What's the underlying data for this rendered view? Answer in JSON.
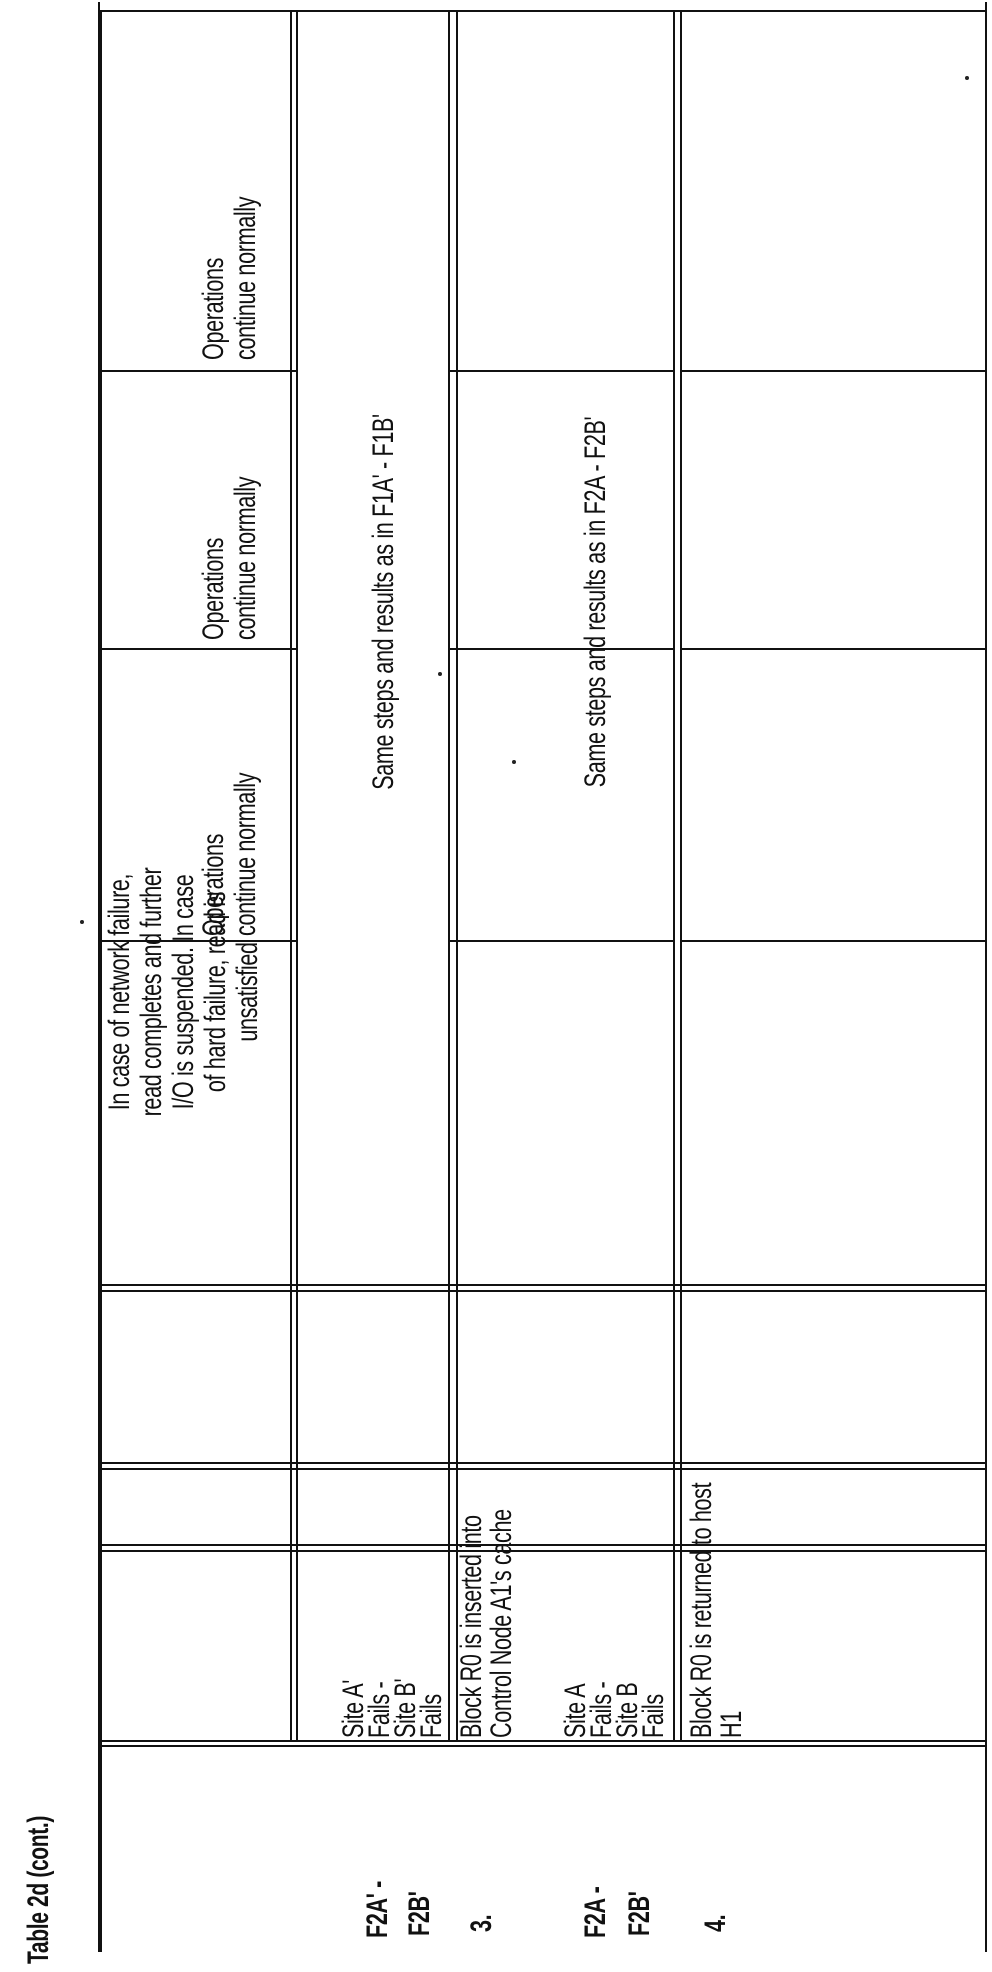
{
  "caption": "Table 2d (cont.)",
  "rows": [
    {
      "code": "F2A' - F2B'",
      "code_line1": "F2A' -",
      "code_line2": "F2B'",
      "description_lines": [
        "Site A'",
        "Fails -",
        "Site B'",
        "Fails"
      ],
      "step_lines": [
        "In case of network failure,",
        "read completes and further",
        "I/O is suspended.  In case",
        "of hard failure, read is",
        "unsatisfied"
      ],
      "results": [
        "Operations continue normally",
        "Operations continue normally",
        "Operations continue normally"
      ],
      "result_lines": [
        "Operations",
        "continue normally"
      ]
    },
    {
      "note": "Same steps and results as in F1A' - F1B'"
    },
    {
      "number": "3.",
      "step_lines": [
        "Block R0 is inserted into",
        "Control Node A1's cache"
      ]
    },
    {
      "code": "F2A - F2B'",
      "code_line1": "F2A -",
      "code_line2": "F2B'",
      "description_lines": [
        "Site A",
        "Fails -",
        "Site B",
        "Fails"
      ],
      "note": "Same steps and results as in F2A - F2B'"
    },
    {
      "number": "4.",
      "step_lines": [
        "Block R0 is returned to host",
        "H1"
      ]
    }
  ]
}
